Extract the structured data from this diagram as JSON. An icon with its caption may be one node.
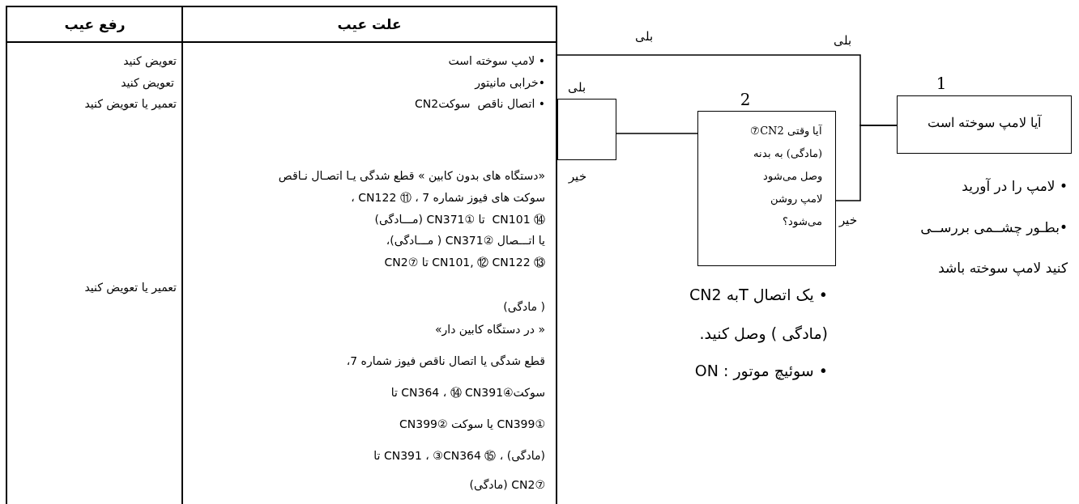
{
  "diagram": {
    "nodes": [
      {
        "text": [
          "آیا لامپ سوخته است"
        ],
        "beside": [
          "1",
          "• لامپ را در آورید",
          "•بطـور چشــمی بررســی کنید لامپ سوخته باشد"
        ]
      },
      {
        "text": [
          "آیا وقتی CN2⑦ (مادگی) به بدنه وصل می‌شود لامپ روشن می‌شود؟"
        ],
        "beside": [
          "2",
          "• یک اتصال Tبه CN2 (مادگی ) وصل کنید.",
          "• سوئیچ موتور : ON"
        ]
      },
      {
        "text": [],
        "shape": "box",
        "beside": [
          "بلی",
          "خیر"
        ]
      },
      {
        "text": [
          "• لامپ سوخته است"
        ]
      },
      {
        "text": [
          "•خرابی مانیتور"
        ]
      },
      {
        "text": [
          "• اتصال ناقص  سوکتCN2"
        ]
      },
      {
        "text": [
          "«دستگاه های بدون کابین » قطع شدگی یـا اتصـال نـاقص",
          "سوکت های فیوز شماره 7 ، ⑪ CN122 ،",
          "⑭ CN101  تا ①CN371 (مـــادگی)",
          "یا اتـــصال ②CN371 ( مـــادگی)،",
          "⑬ CN101, ⑫ CN122 تا ⑦CN2",
          "( مادگی)",
          "« در دستگاه کابین دار»",
          "قطع شدگی یا اتصال ناقص فیوز شماره 7،",
          "سوکت④CN364 ، ⑭ CN391 تا",
          "①CN399 یا سوکت ②CN399",
          "(مادگی) ، ⑮ CN391 ، ③CN364 تا",
          "⑦CN2 (مادگی)"
        ]
      }
    ],
    "edges": [
      {
        "from": 0,
        "to": 3,
        "arrow": "none",
        "label": "بلی"
      },
      {
        "from": 0,
        "to": 1,
        "arrow": "none",
        "label": "خیر"
      },
      {
        "from": 1,
        "to": 2,
        "arrow": "none"
      }
    ],
    "labels": [
      "رفع عیب",
      "علت عیب",
      "تعویض کنید",
      "تعویض کنید",
      "تعمیر یا تعویض کنید",
      "تعمیر یا تعویض کنید",
      "بلی"
    ]
  }
}
